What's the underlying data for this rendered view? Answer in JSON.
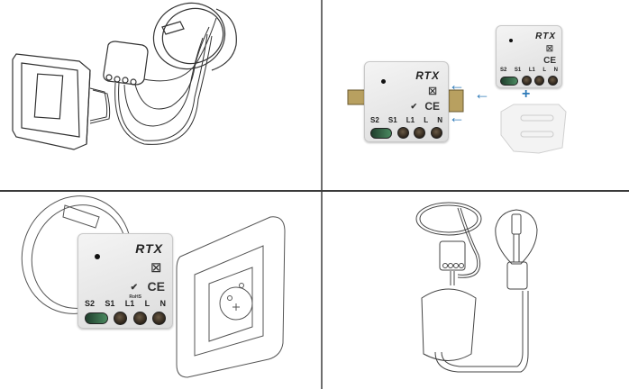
{
  "module": {
    "brand": "RTX",
    "terminals": [
      "S2",
      "S1",
      "L1",
      "L",
      "N"
    ],
    "certifications": [
      "WEEE",
      "RoHS",
      "CE"
    ],
    "rohs_label": "RoHS"
  },
  "panels": [
    {
      "id": "wiring-switch",
      "description": "Module wired between wall switch and junction box"
    },
    {
      "id": "din-rail-mounting",
      "description": "Module with DIN rail adapter mounting",
      "plus_symbol": "+"
    },
    {
      "id": "socket-mounting",
      "description": "Module mounted behind wall socket"
    },
    {
      "id": "lamp-mounting",
      "description": "Module mounted in ceiling lamp canopy"
    }
  ],
  "colors": {
    "arrow": "#2e7ab8",
    "divider": "#4a4a4a"
  }
}
